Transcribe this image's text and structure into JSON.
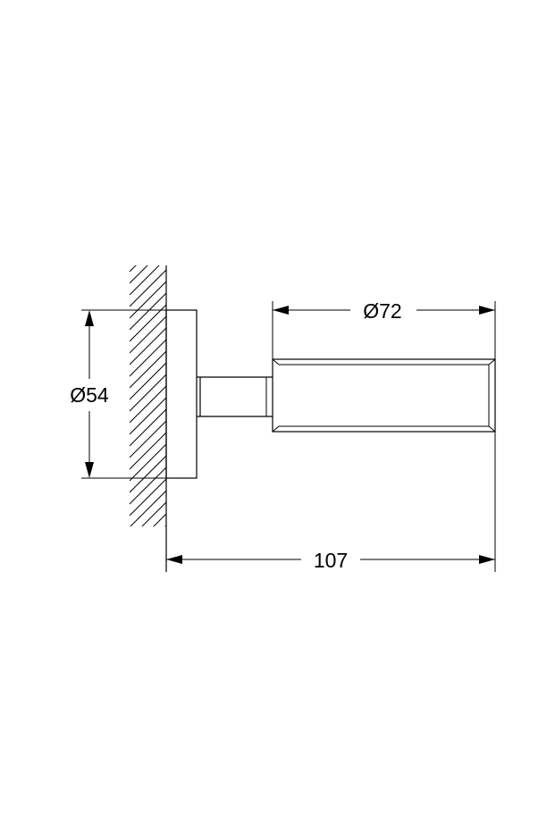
{
  "drawing": {
    "stroke_color": "#000000",
    "background_color": "#ffffff",
    "dimensions": {
      "mount_diameter": "Ø54",
      "holder_diameter": "Ø72",
      "total_length": "107"
    }
  }
}
